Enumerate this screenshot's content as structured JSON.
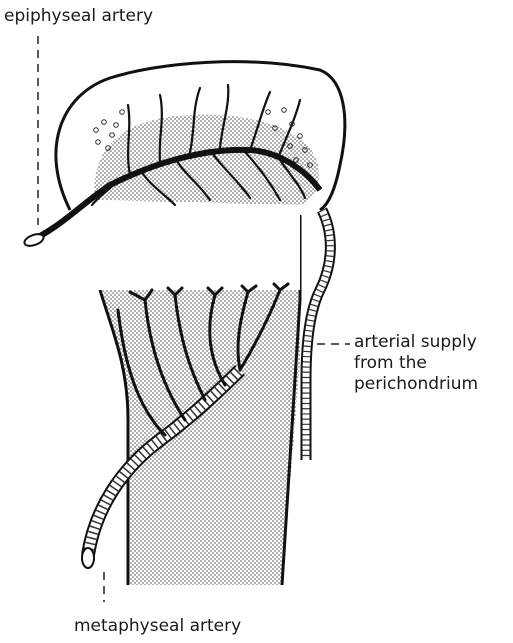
{
  "labels": {
    "epiphyseal_artery": "epiphyseal artery",
    "perichondrium_supply": [
      "arterial supply",
      "from the",
      "perichondrium"
    ],
    "metaphyseal_artery": "metaphyseal artery"
  }
}
